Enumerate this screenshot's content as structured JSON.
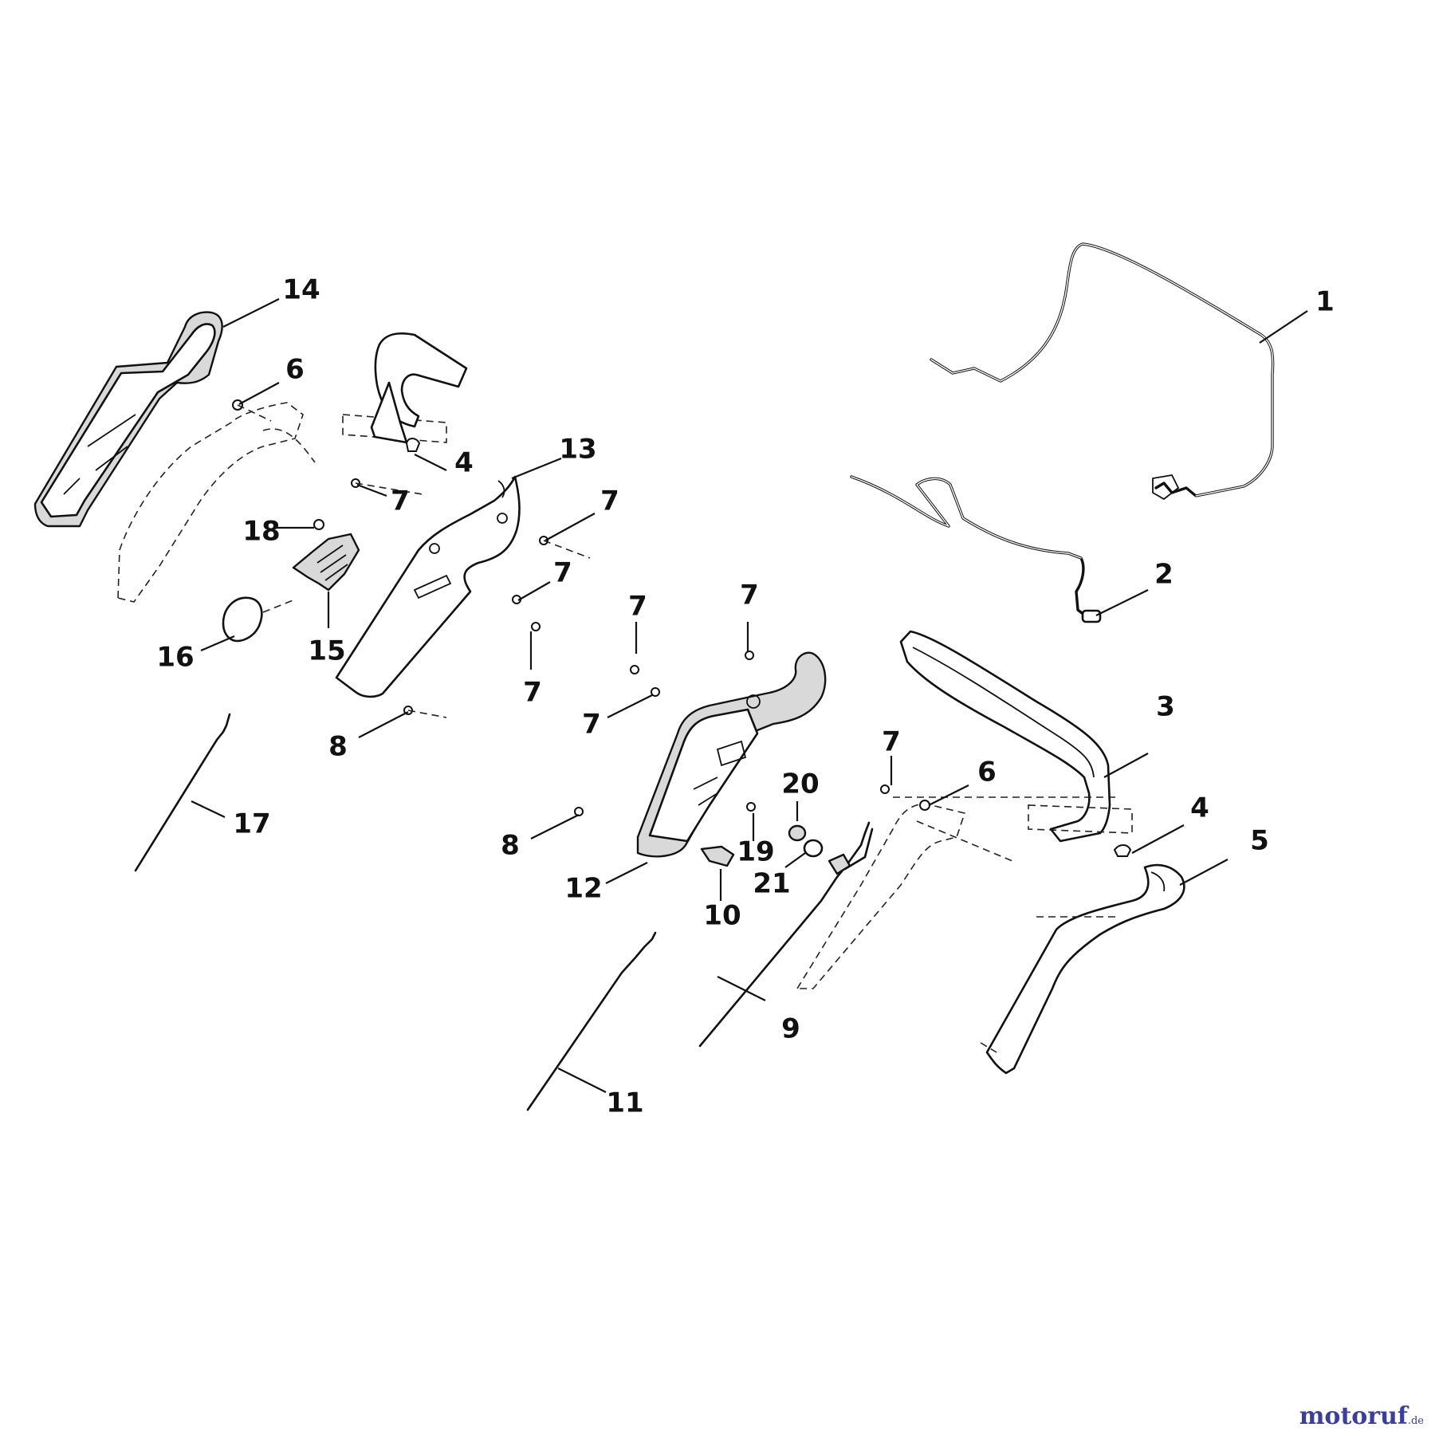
{
  "diagram": {
    "part_labels": [
      "1",
      "2",
      "3",
      "4",
      "4",
      "5",
      "6",
      "6",
      "7",
      "7",
      "7",
      "7",
      "7",
      "7",
      "7",
      "7",
      "7",
      "8",
      "8",
      "9",
      "10",
      "11",
      "12",
      "13",
      "14",
      "15",
      "16",
      "17",
      "18",
      "19",
      "20",
      "21"
    ]
  },
  "watermark": {
    "brand": "motoruf",
    "tld": ".de",
    "colors": {
      "moto": "#2e3192",
      "ruf": "#3b3f9a",
      "dot": "#e6007e"
    }
  }
}
